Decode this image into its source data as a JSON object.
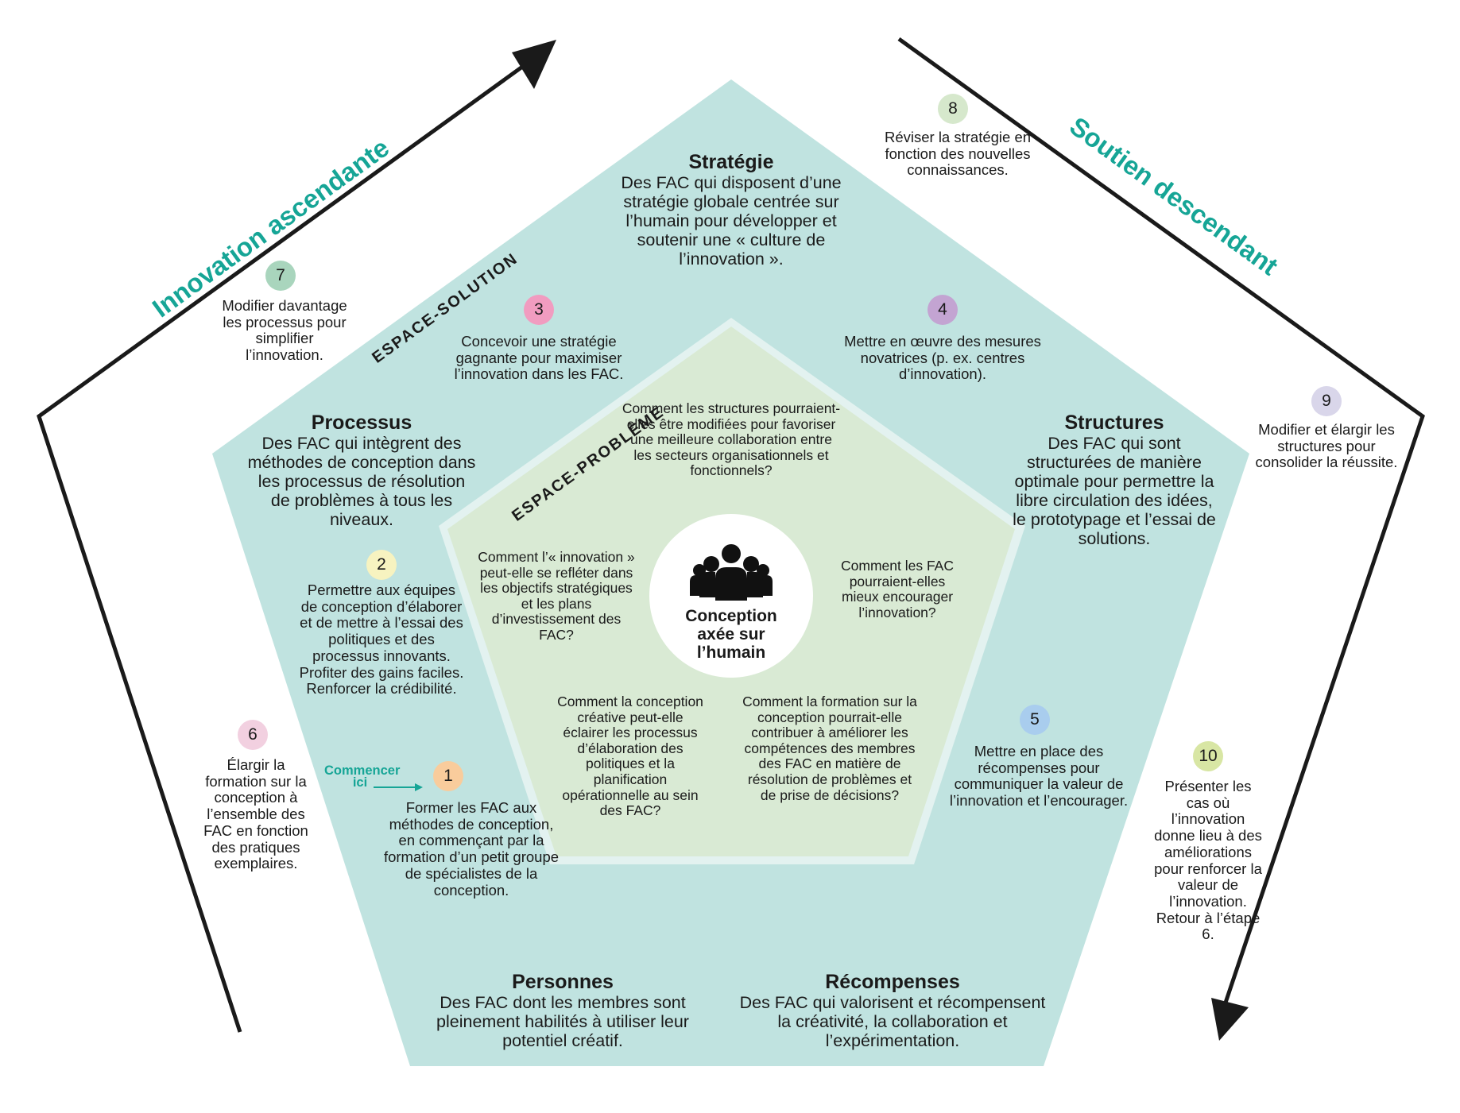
{
  "arrows": {
    "left_label": "Innovation ascendante",
    "right_label": "Soutien descendant"
  },
  "spaces": {
    "solution": "ESPACE-SOLUTION",
    "problem": "ESPACE-PROBLÈME"
  },
  "center": {
    "icon": "people-group-icon",
    "label": "Conception axée sur l’humain"
  },
  "pillars": {
    "strategy": {
      "title": "Stratégie",
      "desc": "Des FAC qui disposent d’une stratégie globale centrée sur l’humain pour développer et soutenir une « culture de l’innovation »."
    },
    "processes": {
      "title": "Processus",
      "desc": "Des FAC qui intègrent des méthodes de conception dans les processus de résolution de problèmes à tous les niveaux."
    },
    "structures": {
      "title": "Structures",
      "desc": "Des FAC qui sont structurées de manière optimale pour permettre la libre circulation des idées, le prototypage et l’essai de solutions."
    },
    "people": {
      "title": "Personnes",
      "desc": "Des FAC dont les membres sont pleinement habilités à utiliser leur potentiel créatif."
    },
    "rewards": {
      "title": "Récompenses",
      "desc": "Des FAC qui valorisent et récompensent la créativité, la collaboration et l’expérimentation."
    }
  },
  "questions": {
    "structures": "Comment les structures pourraient-elles être modifiées pour favoriser une meilleure collaboration entre les secteurs organisationnels et fonctionnels?",
    "strategy": "Comment l’« innovation » peut-elle se refléter dans les objectifs stratégiques et les plans d’investissement des FAC?",
    "rewards": "Comment les FAC pourraient-elles mieux encourager l’innovation?",
    "processes": "Comment la conception créative peut-elle éclairer les processus d’élaboration des politiques et la planification opérationnelle au sein des FAC?",
    "people": "Comment la formation sur la conception pourrait-elle contribuer à améliorer les compétences des membres des FAC en matière de résolution de problèmes et de prise de décisions?"
  },
  "start_here": "Commencer ici",
  "steps": [
    {
      "number": "1",
      "color": "#f9cc9c",
      "text": "Former les FAC aux méthodes de conception, en commençant par la formation d’un petit groupe de spécialistes de la conception."
    },
    {
      "number": "2",
      "color": "#f7f3c0",
      "text": "Permettre aux équipes de conception d’élaborer et de mettre à l’essai des politiques et des processus innovants. Profiter des gains faciles. Renforcer la crédibilité."
    },
    {
      "number": "3",
      "color": "#f19cc0",
      "text": "Concevoir une stratégie gagnante pour maximiser l’innovation dans les FAC."
    },
    {
      "number": "4",
      "color": "#c3a4d2",
      "text": "Mettre en œuvre des mesures novatrices (p. ex. centres d’innovation)."
    },
    {
      "number": "5",
      "color": "#a9cdee",
      "text": "Mettre en place des récompenses pour communiquer la valeur de l’innovation et l’encourager."
    },
    {
      "number": "6",
      "color": "#f2d0e0",
      "text": "Élargir la formation sur la conception à l’ensemble des FAC en fonction des pratiques exemplaires."
    },
    {
      "number": "7",
      "color": "#a9d5bd",
      "text": "Modifier davantage les processus pour simplifier l’innovation."
    },
    {
      "number": "8",
      "color": "#d6e8cc",
      "text": "Réviser la stratégie en fonction des nouvelles connaissances."
    },
    {
      "number": "9",
      "color": "#d9d6ea",
      "text": "Modifier et élargir les structures pour consolider la réussite."
    },
    {
      "number": "10",
      "color": "#d8e6a4",
      "text": "Présenter les cas où l’innovation donne lieu à des améliorations pour renforcer la valeur de l’innovation. Retour à l’étape 6."
    }
  ],
  "colors": {
    "outer_pentagon": "#c0e3e0",
    "inner_pentagon": "#d9ead4",
    "inner_border": "#e3f2f0",
    "accent": "#16a596",
    "arrow": "#1a1a1a"
  }
}
